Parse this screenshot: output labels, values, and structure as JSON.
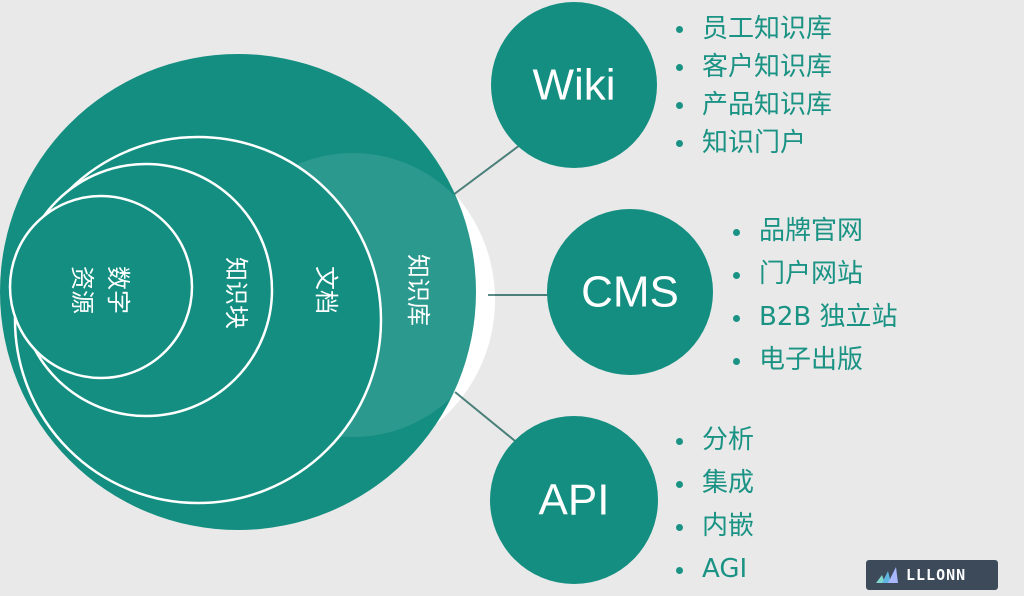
{
  "colors": {
    "background": "#e9e9e9",
    "teal": "#138e80",
    "teal_light": "#2aa094",
    "text_accent": "#1a9384",
    "line": "#4a7f7a"
  },
  "nested_circles": {
    "outer": "知识库",
    "third": "文档",
    "second": "知识块",
    "inner_line1": "数字",
    "inner_line2": "资源"
  },
  "hubs": {
    "wiki": {
      "label": "Wiki",
      "items": [
        "员工知识库",
        "客户知识库",
        "产品知识库",
        "知识门户"
      ]
    },
    "cms": {
      "label": "CMS",
      "items": [
        "品牌官网",
        "门户网站",
        "B2B 独立站",
        "电子出版"
      ]
    },
    "api": {
      "label": "API",
      "items": [
        "分析",
        "集成",
        "内嵌",
        "AGI"
      ]
    }
  },
  "watermark": {
    "text": "LLLONN"
  }
}
